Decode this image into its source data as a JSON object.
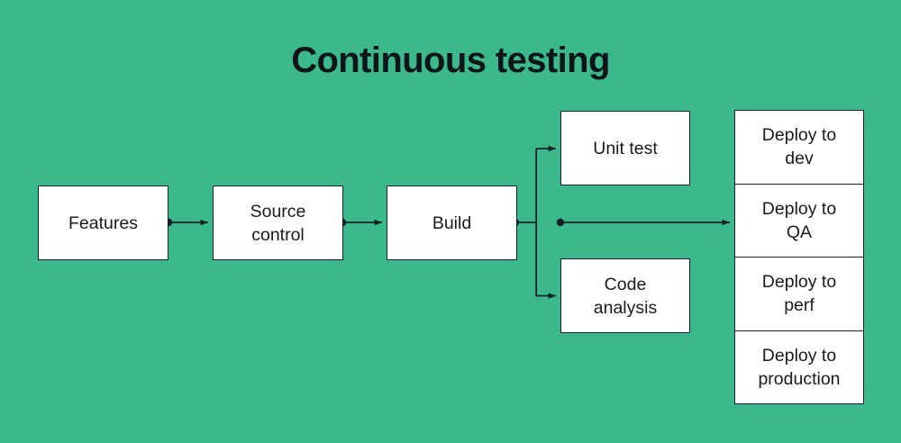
{
  "diagram": {
    "title": "Continuous testing",
    "background_color": "#3cb98a",
    "node_fill": "#ffffff",
    "stroke_color": "#14202a",
    "text_color": "#1b1b1b",
    "nodes": {
      "features": "Features",
      "source_control": "Source\ncontrol",
      "build": "Build",
      "unit_test": "Unit test",
      "code_analysis": "Code\nanalysis",
      "deploy_dev": "Deploy to\ndev",
      "deploy_qa": "Deploy to\nQA",
      "deploy_perf": "Deploy to\nperf",
      "deploy_production": "Deploy to\nproduction"
    },
    "edges": [
      {
        "from": "features",
        "to": "source_control"
      },
      {
        "from": "source_control",
        "to": "build"
      },
      {
        "from": "build",
        "to": "unit_test"
      },
      {
        "from": "build",
        "to": "code_analysis"
      },
      {
        "from": "build",
        "to": "deploy_qa"
      }
    ]
  }
}
